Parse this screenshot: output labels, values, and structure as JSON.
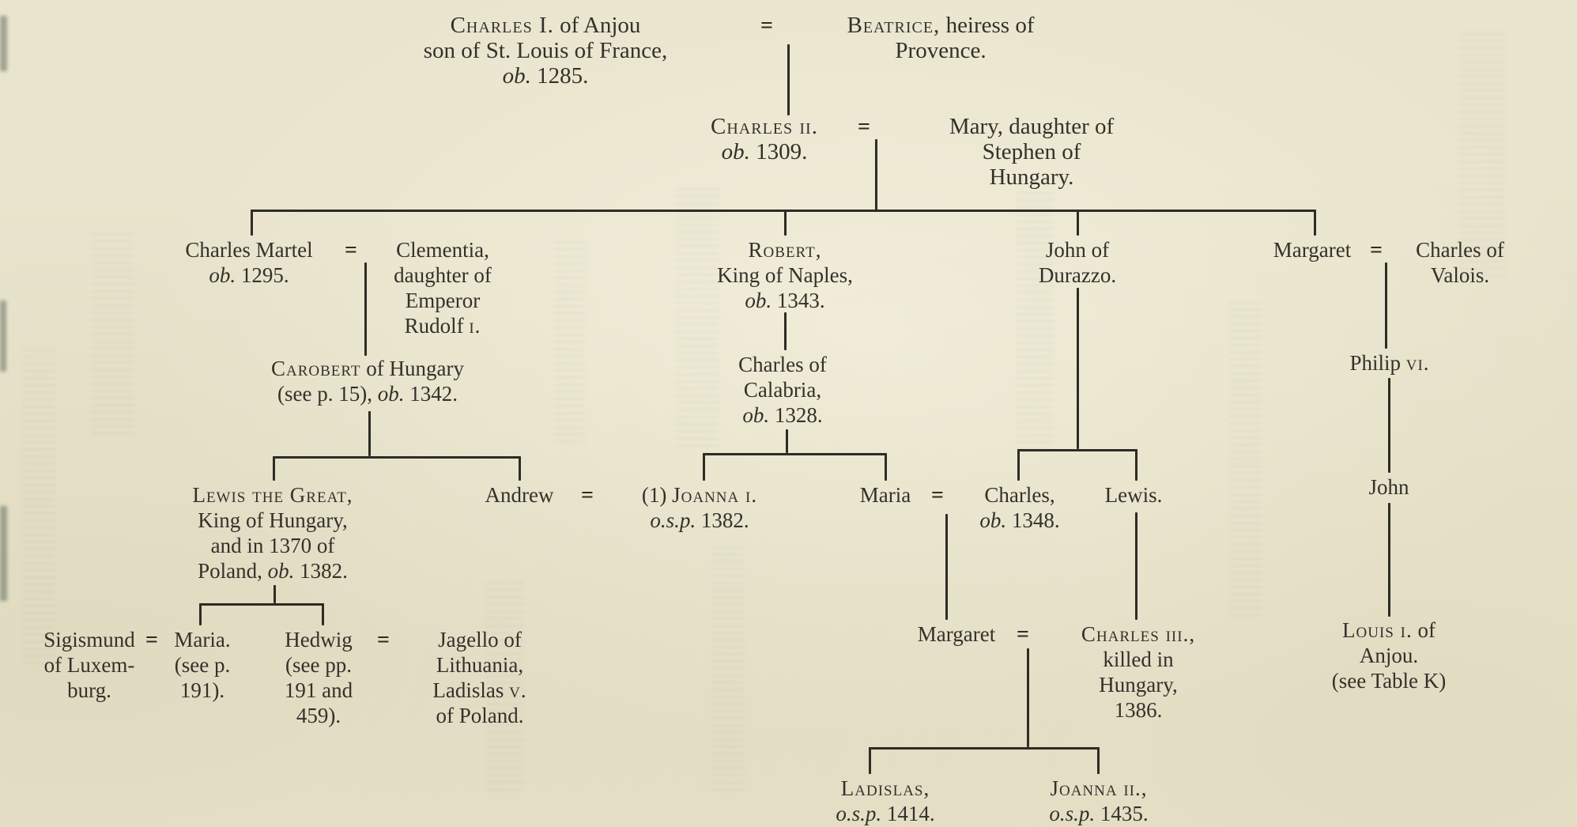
{
  "page": {
    "background_color": "#e9e4cd",
    "ink_color": "#2d2c25"
  },
  "symbols": {
    "equals": "="
  },
  "persons": {
    "charles1": {
      "name_sc": "Charles I.",
      "name_rest": "of Anjou",
      "line2": "son of St. Louis of France,",
      "ob": "ob.",
      "ob_date": "1285."
    },
    "beatrice": {
      "name_sc": "Beatrice,",
      "name_rest": "heiress of",
      "line2": "Provence."
    },
    "charles2": {
      "name_sc": "Charles ii.",
      "ob": "ob.",
      "ob_date": "1309."
    },
    "mary": {
      "line1": "Mary, daughter of",
      "line2": "Stephen of",
      "line3": "Hungary."
    },
    "charles_martel": {
      "line1": "Charles Martel",
      "ob": "ob.",
      "ob_date": "1295."
    },
    "clementia": {
      "line1": "Clementia,",
      "line2": "daughter of",
      "line3": "Emperor",
      "line4": "Rudolf",
      "line4_sc": "i."
    },
    "robert": {
      "name_sc": "Robert,",
      "line2": "King of Naples,",
      "ob": "ob.",
      "ob_date": "1343."
    },
    "john_durazzo": {
      "line1": "John of",
      "line2": "Durazzo."
    },
    "margaret_valois": {
      "line1": "Margaret"
    },
    "charles_valois": {
      "line1": "Charles of",
      "line2": "Valois."
    },
    "carobert": {
      "name_sc": "Carobert",
      "name_rest": "of Hungary",
      "see": "(see p. 15),",
      "ob": "ob.",
      "ob_date": "1342."
    },
    "charles_calabria": {
      "line1": "Charles of",
      "line2": "Calabria,",
      "ob": "ob.",
      "ob_date": "1328."
    },
    "philip6": {
      "line1": "Philip",
      "suffix_sc": "vi."
    },
    "lewis_great": {
      "name_sc": "Lewis the Great,",
      "line2": "King of Hungary,",
      "line3": "and in 1370 of",
      "line4": "Poland,",
      "ob": "ob.",
      "ob_date": "1382."
    },
    "andrew": {
      "line1": "Andrew"
    },
    "joanna1": {
      "prefix": "(1)",
      "name_sc": "Joanna i.",
      "osp": "o.s.p.",
      "osp_date": "1382."
    },
    "maria_calabria": {
      "line1": "Maria"
    },
    "charles_durazzo": {
      "line1": "Charles,",
      "ob": "ob.",
      "ob_date": "1348."
    },
    "lewis_durazzo": {
      "line1": "Lewis."
    },
    "john_valois": {
      "line1": "John"
    },
    "sigismund": {
      "line1": "Sigismund",
      "line2": "of Luxem-",
      "line3": "burg."
    },
    "maria_hungary": {
      "line1": "Maria.",
      "line2": "(see p.",
      "line3": "191)."
    },
    "hedwig": {
      "line1": "Hedwig",
      "line2": "(see pp.",
      "line3": "191 and",
      "line4": "459)."
    },
    "jagello": {
      "line1": "Jagello of",
      "line2": "Lithuania,",
      "line3": "Ladislas",
      "line3_sc": "v.",
      "line4": "of Poland."
    },
    "margaret_durazzo": {
      "line1": "Margaret"
    },
    "charles3": {
      "name_sc": "Charles iii.,",
      "line2": "killed in",
      "line3": "Hungary,",
      "line4": "1386."
    },
    "louis1": {
      "name_sc": "Louis i.",
      "name_rest": "of",
      "line2": "Anjou.",
      "line3": "(see Table K)"
    },
    "ladislas": {
      "name_sc": "Ladislas,",
      "osp": "o.s.p.",
      "osp_date": "1414."
    },
    "joanna2": {
      "name_sc": "Joanna ii.,",
      "osp": "o.s.p.",
      "osp_date": "1435."
    }
  }
}
